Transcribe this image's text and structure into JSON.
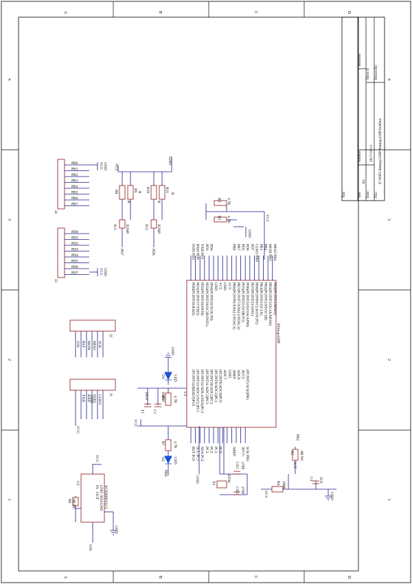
{
  "colors": {
    "wire": "#1a1a8c",
    "part": "#8a1010",
    "frame": "#000000",
    "led": "#1a4fd8"
  },
  "zones": {
    "letters": [
      "A",
      "B",
      "C",
      "D"
    ],
    "numbers": [
      "4",
      "3",
      "2",
      "1"
    ]
  },
  "title_block": {
    "title_label": "Title",
    "size_label": "Size",
    "size_value": "A4",
    "number_label": "Number",
    "revision_label": "Revision",
    "date_label": "Date:",
    "date_value": "2017/10/13",
    "sheet_label": "Sheet    of",
    "file_label": "File:",
    "file_value": "E:\\WiFi\\Atmega328P\\Atmega328P.SchDoc",
    "drawn_label": "Drawn By:"
  },
  "mcu": {
    "ref": "U1",
    "part": "ATmega328P",
    "left_pins": [
      "PD0(PCINT16/RXD)",
      "PD1(PCINT17/TXD)",
      "PD2(PCINT18/INT0)",
      "PD3(PCINT19/OC2B/INT1)",
      "PD4(PCINT20/XCK/T0)",
      "GND",
      "VCC",
      "GND",
      "VCC",
      "PB6(PCINT6/XTAL1/TOSC1)",
      "PB7(PCINT7/XTAL2/TOSC2)",
      "PD5(PCINT21/OC0B/T1)",
      "PD6(PCINT22/OC0A/AIN0)",
      "PD7(PCINT23/AIN1)",
      "PB0(PCINT0/CLKO/ICP1)",
      "PB1(PCINT1/OC1A)",
      "PB2(PCINT2/SS/OC1B)",
      "PB3(PCINT3/OC2A/MOSI)",
      "PB4(PCINT4/MISO)"
    ],
    "right_pins": [
      "(PCINT14/RESET)PC6",
      "(PCINT13/ADC5/SCL)PC5",
      "(PCINT12/ADC4/SDA)PC4",
      "(PCINT11/ADC3)PC3",
      "(PCINT10/ADC2)PC2",
      "(PCINT9/ADC1)PC1",
      "(PCINT8/ADC0)PC0",
      "ADC7",
      "GND",
      "AREF",
      "ADC6",
      "AVCC",
      "(PCINT5/SCK)PB5"
    ],
    "left_nets": [
      "INT0 PD2",
      "RXD PD0",
      "TXD PD1",
      "PD3",
      "PD4",
      "",
      "",
      "",
      "",
      "PB6",
      "PB7",
      "PD5",
      "PD6",
      "PD7",
      "CLKO PB0",
      "PB1",
      "PB2",
      "MOSI PB3",
      "MISO PB4"
    ],
    "right_nets": [
      "RST PC6",
      "SCL PC5",
      "SDA PC4",
      "PC3",
      "PC2",
      "PC1",
      "PC0",
      "",
      "",
      "AREF",
      "",
      "AVCC",
      "SCK PB5"
    ]
  },
  "regulator": {
    "ref": "U2",
    "part": "XC6206P332-3",
    "pins": [
      "IN",
      "OUT",
      "GND",
      "ADJ/GND"
    ],
    "rail_in": "VIN",
    "rail_out": "VCC",
    "gnd": "GND",
    "r6_ref": "R6",
    "r6_value": "0R:NC"
  },
  "parts": {
    "r1": {
      "ref": "R1",
      "value": "4.7K"
    },
    "r7": {
      "ref": "R7",
      "value": "4.7K"
    },
    "d1": {
      "ref": "D1",
      "value": "LED"
    },
    "d2": {
      "ref": "D2",
      "value": "LED"
    },
    "d2_net": "PB0",
    "c1": {
      "ref": "C1",
      "value": "100NF"
    },
    "t1": {
      "ref": "T1",
      "value": "10UF"
    },
    "x1": {
      "ref": "X1",
      "value": "XTAL"
    },
    "cx1": {
      "ref": "CX1",
      "value": "27PF"
    },
    "cx2": {
      "ref": "CX2",
      "value": "27PF"
    },
    "r4": {
      "ref": "R4",
      "value": "100K"
    },
    "c4": {
      "ref": "C4",
      "value": "1UF"
    },
    "r5": {
      "ref": "R5",
      "value": "0R:NC"
    },
    "r5_net": "PB2",
    "rst_net": "RST",
    "r2": {
      "ref": "R2",
      "value": "4.7K"
    },
    "r3": {
      "ref": "R3",
      "value": "4.7K"
    },
    "r8": {
      "ref": "R8",
      "value": "R"
    },
    "r9": {
      "ref": "R9",
      "value": "R"
    },
    "r10": {
      "ref": "R10",
      "value": "R"
    },
    "r11": {
      "ref": "R11",
      "value": "R"
    },
    "ju1": {
      "ref": "JU1",
      "value": "JUMP",
      "net": "PD7"
    },
    "ju2": {
      "ref": "JU2",
      "value": "JUMP",
      "net": "PD6"
    }
  },
  "connectors": {
    "j1": {
      "ref": "J1",
      "pins": [
        "TXD",
        "RXD",
        "INT0",
        "CLKO"
      ],
      "rails": [
        "VCC",
        "GND"
      ]
    },
    "j2": {
      "ref": "J2",
      "pins": [
        "VIN",
        "RST",
        "MOSI",
        "MISO",
        "SCK"
      ],
      "numbers": [
        "1",
        "2",
        "3",
        "4",
        "5",
        "6"
      ]
    },
    "j3": {
      "ref": "J3",
      "pins": [
        "PD0",
        "PD1",
        "PD2",
        "PD3",
        "PD4",
        "PD5",
        "PD6",
        "PD7"
      ]
    },
    "j4": {
      "ref": "J4",
      "pins": [
        "PB0",
        "PB1",
        "PB2",
        "PB3",
        "PB4",
        "PB5",
        "PB6",
        "PB7"
      ]
    }
  },
  "nets": {
    "vcc": "VCC",
    "gnd": "GND",
    "vin": "VIN"
  }
}
